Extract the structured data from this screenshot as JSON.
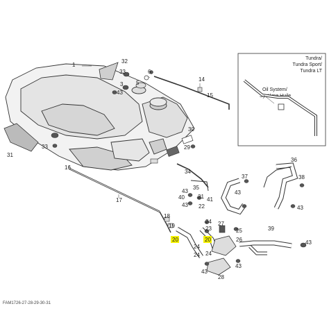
{
  "inset": {
    "title_line1": "Tundra/",
    "title_line2": "Tundra Sport/",
    "title_line3": "Tundra LT",
    "oil_line1": "Oil System/",
    "oil_line2": "Système Huile"
  },
  "labels": {
    "l1": "1",
    "l3": "3",
    "l5": "5",
    "l6": "6",
    "l14": "14",
    "l15": "15",
    "l16": "16",
    "l17": "17",
    "l18": "18",
    "l19": "19",
    "l20a": "20",
    "l20b": "20",
    "l21": "21",
    "l22": "22",
    "l23": "23",
    "l24a": "24",
    "l24b": "24",
    "l24c": "24",
    "l24d": "24",
    "l25": "25",
    "l26": "26",
    "l27": "27",
    "l28": "28",
    "l29": "29",
    "l30": "30",
    "l31": "31",
    "l32": "32",
    "l33a": "33",
    "l33b": "33",
    "l34": "34",
    "l35": "35",
    "l36": "36",
    "l37": "37",
    "l38": "38",
    "l39": "39",
    "l40": "40",
    "l41": "41",
    "l43a": "43",
    "l43b": "43",
    "l43c": "43",
    "l43d": "43",
    "l43e": "43",
    "l43f": "43",
    "l43g": "43",
    "l43h": "43"
  },
  "figure_id": "FAM1726-27-28-29-30-31",
  "colors": {
    "highlight": "#f4f100",
    "line": "#222222"
  }
}
